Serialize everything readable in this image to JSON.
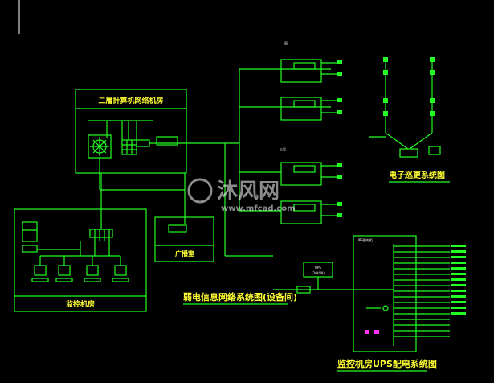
{
  "titles": {
    "computer_room": "二層計算机网络机房",
    "monitor_room": "监控机房",
    "broadcast_room": "广播室",
    "weak_current": "弱电信息网络系统图(设备间)",
    "ups_system": "监控机房UPS配电系统图",
    "elevator": "电子巡更系统图",
    "ups_box": "UPS",
    "ups_rating": "(20kVA)",
    "ups_panel": "UPS配电柜"
  },
  "watermark": {
    "name": "沐风网",
    "url": "www.mfcad.com"
  },
  "colors": {
    "background": "#000000",
    "line": "#22ff22",
    "text": "#ffff33",
    "accent": "#ff33ff"
  }
}
